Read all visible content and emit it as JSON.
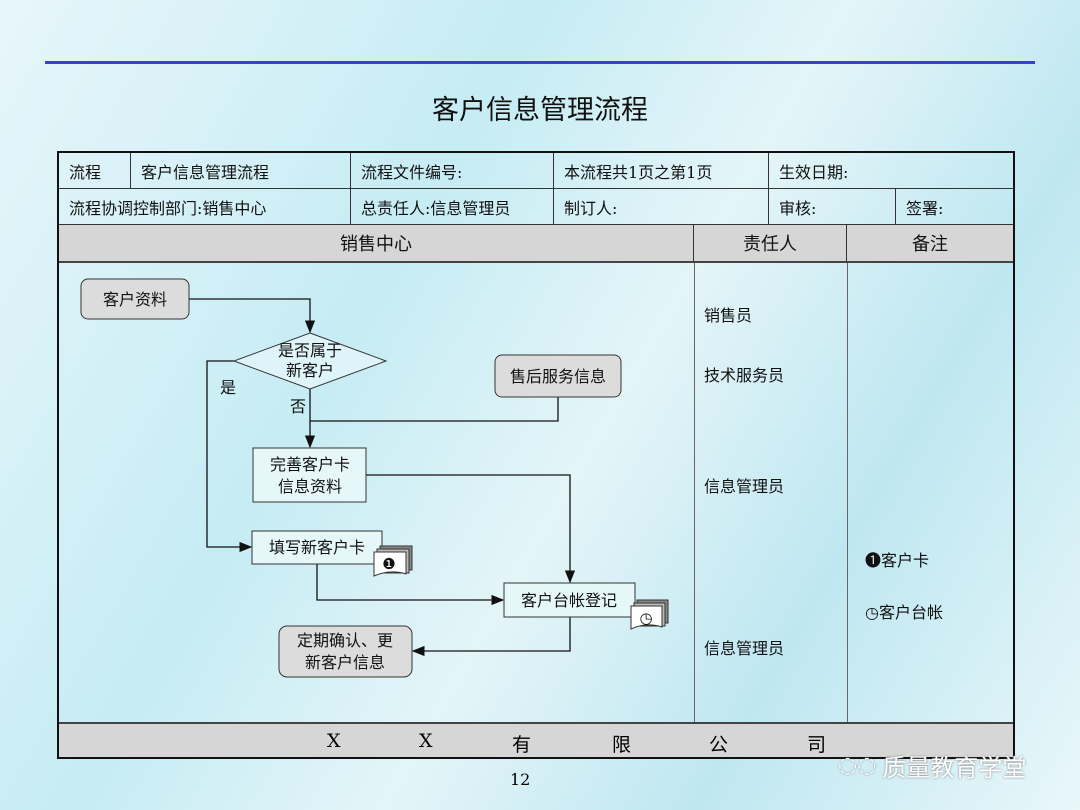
{
  "title": "客户信息管理流程",
  "header": {
    "row1": [
      "流程",
      "客户信息管理流程",
      "流程文件编号:",
      "本流程共1页之第1页",
      "生效日期:"
    ],
    "row2": [
      "流程协调控制部门:销售中心",
      "总责任人:信息管理员",
      "制订人:",
      "审核:",
      "签署:"
    ],
    "columns": [
      "销售中心",
      "责任人",
      "备注"
    ]
  },
  "flow": {
    "customer_data": "客户资料",
    "decision": [
      "是否属于",
      "新客户"
    ],
    "yes": "是",
    "no": "否",
    "after_sales": "售后服务信息",
    "improve": [
      "完善客户卡",
      "信息资料"
    ],
    "fill_card": "填写新客户卡",
    "ledger": "客户台帐登记",
    "confirm": [
      "定期确认、更",
      "新客户信息"
    ]
  },
  "responsible": [
    "销售员",
    "技术服务员",
    "信息管理员",
    "信息管理员"
  ],
  "notes": [
    "❶客户卡",
    "◷客户台帐"
  ],
  "doc_icons": {
    "card": "❶",
    "ledger": "◷"
  },
  "footer": [
    "X",
    "X",
    "有",
    "限",
    "公",
    "司"
  ],
  "page_number": "12",
  "watermark": "质量教育学堂"
}
